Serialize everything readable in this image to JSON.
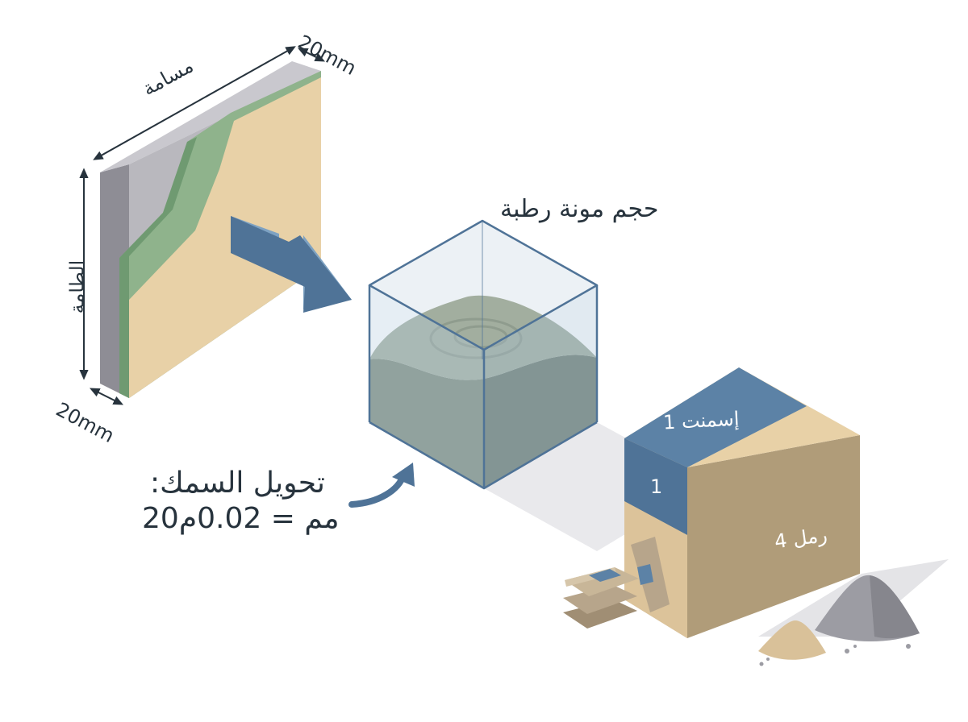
{
  "wall": {
    "width_label": "مسامة",
    "height_label": "الطامة",
    "top_thickness": "20mm",
    "bottom_thickness": "20mm"
  },
  "cube": {
    "title": "حجم مونة رطبة"
  },
  "conversion": {
    "line1": "تحويل السمك:",
    "line2": "20مم = 0.02م"
  },
  "ratio_box": {
    "cement_top": "إسمنت 1",
    "cement_side": "1",
    "sand": "رمل 4"
  },
  "colors": {
    "text": "#27333d",
    "arrow_blue": "#4f7397",
    "plaster_sand": "#e8d1a7",
    "green_coat": "#8fb38c",
    "gray_wall": "#b9b8be",
    "cement_blue": "#5c82a6",
    "shadow": "#e4e4e7"
  }
}
